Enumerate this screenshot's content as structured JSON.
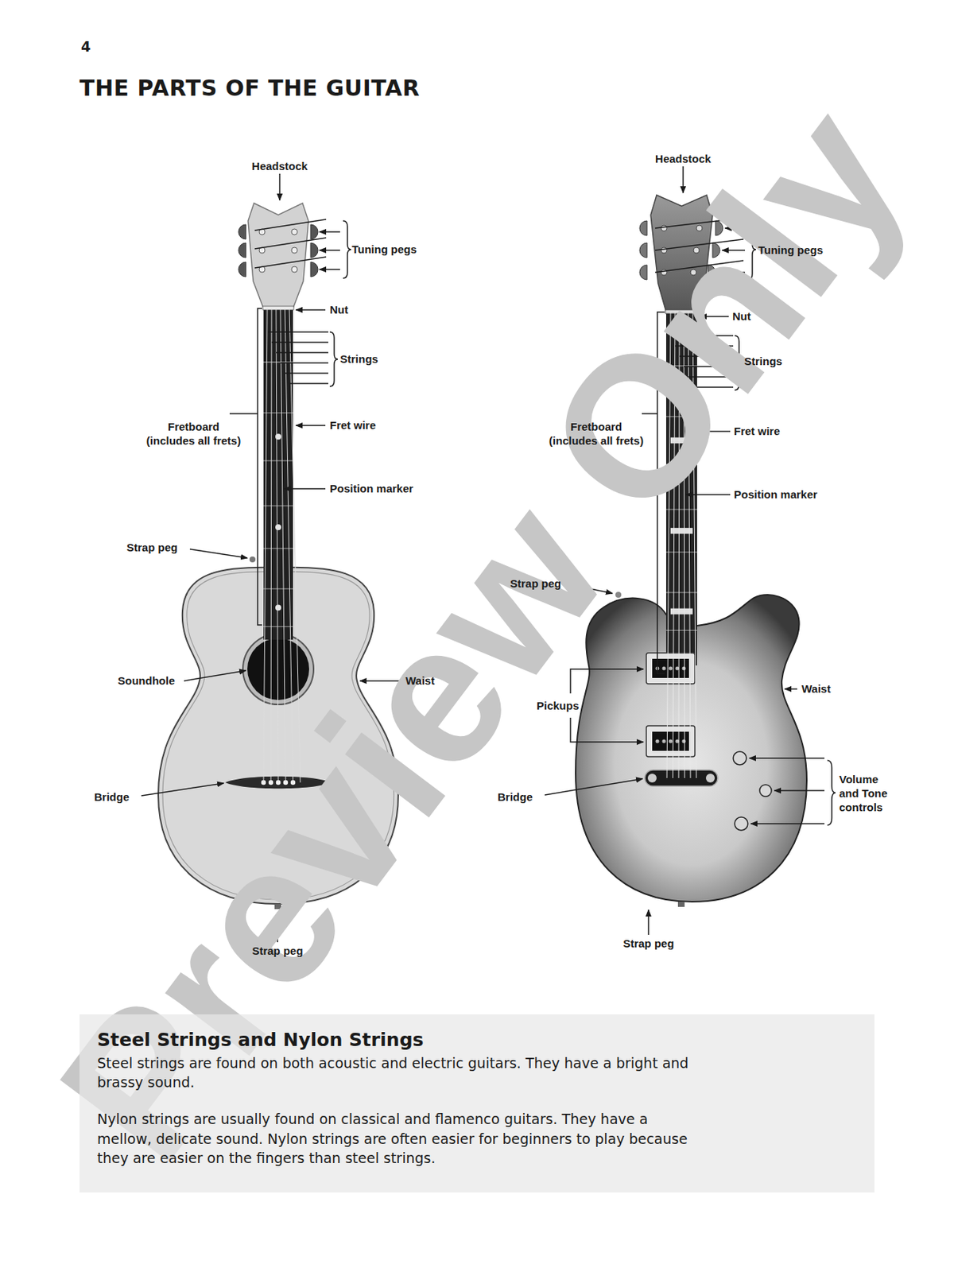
{
  "diagram": {
    "title": "THE PARTS OF THE GUITAR",
    "nodes": [
      {
        "text": [
          "Steel Strings and Nylon Strings",
          "Steel strings are found on both acoustic and electric guitars. They have a bright and brassy sound.",
          "Nylon strings are usually found on classical and flamenco guitars. They have a mellow, delicate sound. Nylon strings are often easier for beginners to play because they are easier on the fingers than steel strings."
        ]
      }
    ],
    "labels": [
      "4",
      "Headstock",
      "Tuning pegs",
      "Nut",
      "Strings",
      "Fretboard (includes all frets)",
      "Fret wire",
      "Position marker",
      "Strap peg",
      "Soundhole",
      "Waist",
      "Bridge",
      "Strap peg",
      "Headstock",
      "Tuning pegs",
      "Nut",
      "Strings",
      "Fretboard (includes all frets)",
      "Fret wire",
      "Position marker",
      "Strap peg",
      "Pickups",
      "Waist",
      "Volume and Tone controls",
      "Bridge",
      "Strap peg",
      "Preview Only"
    ]
  }
}
